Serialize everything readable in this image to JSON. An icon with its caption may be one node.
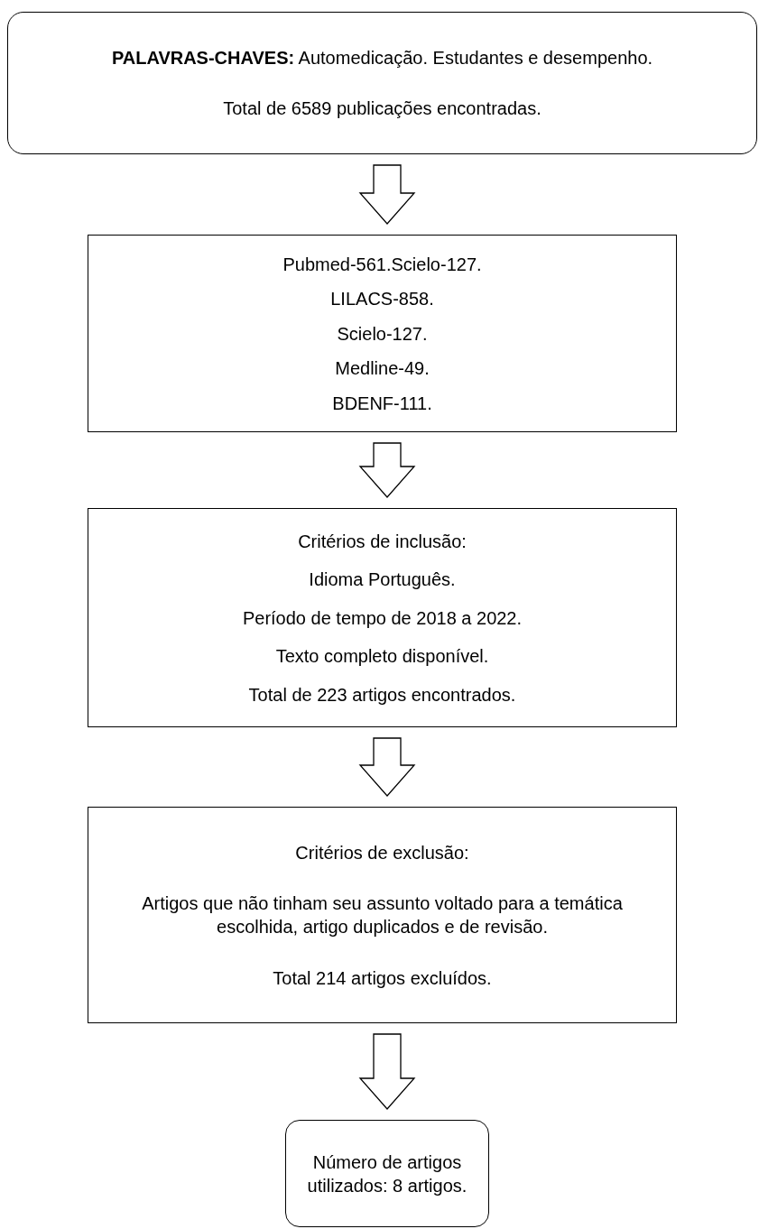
{
  "diagram": {
    "nodes": [
      {
        "text": [
          "**PALAVRAS-CHAVES:** Automedicação. Estudantes e desempenho.",
          "Total de 6589 publicações encontradas."
        ]
      },
      {
        "text": [
          "Pubmed-561.Scielo-127.",
          "LILACS-858.",
          "Scielo-127.",
          "Medline-49.",
          "BDENF-111."
        ]
      },
      {
        "text": [
          "Critérios de inclusão:",
          "Idioma Português.",
          "Período de tempo de 2018 a 2022.",
          "Texto completo disponível.",
          "Total de 223 artigos encontrados."
        ]
      },
      {
        "text": [
          "Critérios de exclusão:",
          "Artigos que não tinham seu assunto voltado para a temática escolhida, artigo duplicados e de revisão.",
          "Total 214 artigos excluídos."
        ]
      },
      {
        "text": [
          "Número de artigos utilizados: 8 artigos."
        ]
      }
    ],
    "edges": [
      {
        "from": 0,
        "to": 1,
        "arrow": "to"
      },
      {
        "from": 1,
        "to": 2,
        "arrow": "to"
      },
      {
        "from": 2,
        "to": 3,
        "arrow": "to"
      },
      {
        "from": 3,
        "to": 4,
        "arrow": "to"
      }
    ]
  }
}
